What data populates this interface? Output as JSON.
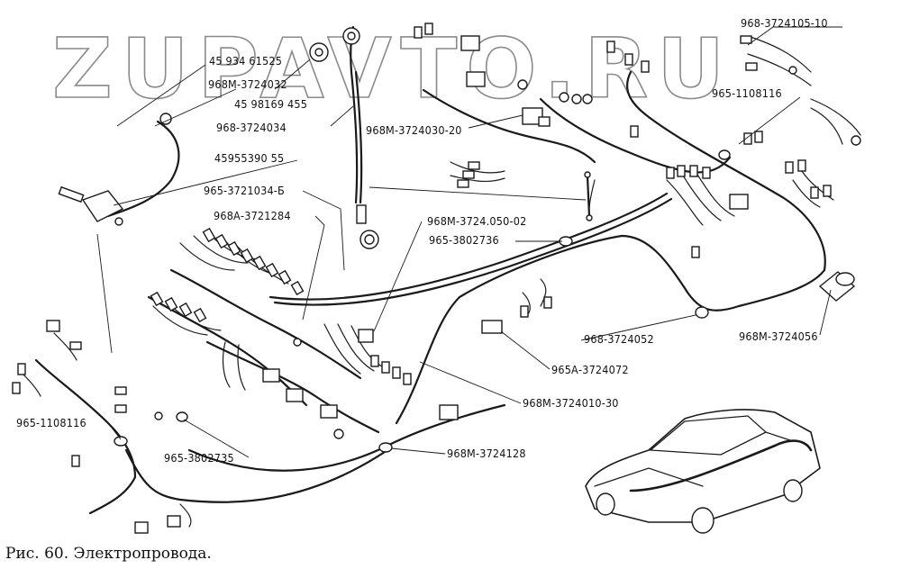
{
  "watermark": "ZUPAVTO.RU",
  "caption": "Рис. 60. Электропровода.",
  "labels": {
    "l1": "968-3724105-10",
    "l2": "45 934 61525",
    "l3": "968М-3724032",
    "l4": "45 98169 455",
    "l5": "968-3724034",
    "l6": "968М-3724030-20",
    "l7": "965-1108116",
    "l8": "45955390 55",
    "l9": "965-3721034-Б",
    "l10": "968А-3721284",
    "l11": "968М-3724.050-02",
    "l12": "965-3802736",
    "l13": "968-3724052",
    "l14": "968М-3724056",
    "l15": "965А-3724072",
    "l16": "968М-3724010-30",
    "l17": "965-1108116",
    "l18": "965-3802735",
    "l19": "968М-3724128"
  }
}
